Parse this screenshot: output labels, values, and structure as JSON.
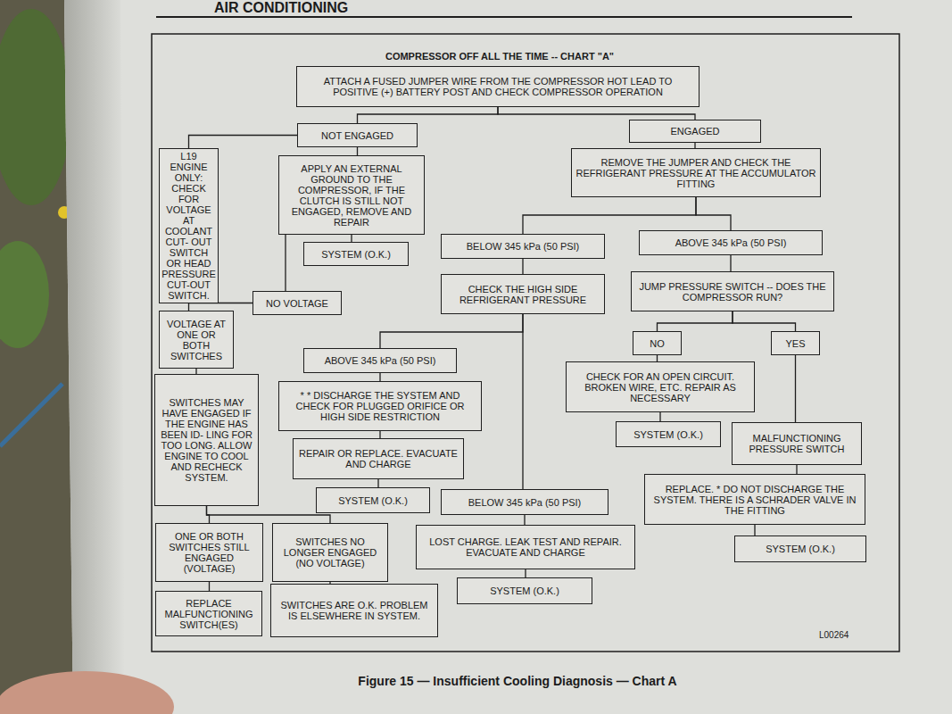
{
  "diagram": {
    "title": "COMPRESSOR OFF ALL THE TIME -- CHART \"A\"",
    "caption": "Figure 15 — Insufficient Cooling Diagnosis — Chart A",
    "nodes": [
      {
        "text": [
          "ATTACH A FUSED JUMPER WIRE FROM THE COMPRESSOR HOT LEAD TO POSITIVE (+) BATTERY POST AND CHECK COMPRESSOR OPERATION"
        ]
      },
      {
        "text": [
          "NOT ENGAGED"
        ]
      },
      {
        "text": [
          "ENGAGED"
        ]
      },
      {
        "text": [
          "L19 ENGINE ONLY: CHECK FOR VOLTAGE AT COOLANT CUT- OUT SWITCH OR HEAD PRESSURE CUT-OUT SWITCH."
        ]
      },
      {
        "text": [
          "APPLY AN EXTERNAL GROUND TO THE COMPRESSOR, IF THE CLUTCH IS STILL NOT ENGAGED, REMOVE AND REPAIR"
        ]
      },
      {
        "text": [
          "REMOVE THE JUMPER AND CHECK THE REFRIGERANT PRESSURE AT THE ACCUMULATOR FITTING"
        ]
      },
      {
        "text": [
          "SYSTEM (O.K.)"
        ]
      },
      {
        "text": [
          "BELOW 345 kPa (50 PSI)"
        ]
      },
      {
        "text": [
          "ABOVE 345 kPa (50 PSI)"
        ]
      },
      {
        "text": [
          "NO VOLTAGE"
        ]
      },
      {
        "text": [
          "CHECK THE HIGH SIDE REFRIGERANT PRESSURE"
        ]
      },
      {
        "text": [
          "JUMP PRESSURE SWITCH -- DOES THE COMPRESSOR RUN?"
        ]
      },
      {
        "text": [
          "VOLTAGE AT ONE OR BOTH SWITCHES"
        ]
      },
      {
        "text": [
          "NO"
        ]
      },
      {
        "text": [
          "YES"
        ]
      },
      {
        "text": [
          "ABOVE 345 kPa (50 PSI)"
        ]
      },
      {
        "text": [
          "CHECK FOR AN OPEN CIRCUIT. BROKEN WIRE, ETC. REPAIR AS NECESSARY"
        ]
      },
      {
        "text": [
          "SWITCHES MAY HAVE ENGAGED IF THE ENGINE HAS BEEN ID- LING FOR TOO LONG. ALLOW ENGINE TO COOL AND RECHECK SYSTEM."
        ]
      },
      {
        "text": [
          "* * DISCHARGE THE SYSTEM AND CHECK FOR PLUGGED ORIFICE OR HIGH SIDE RESTRICTION"
        ]
      },
      {
        "text": [
          "SYSTEM (O.K.)"
        ]
      },
      {
        "text": [
          "MALFUNCTIONING PRESSURE SWITCH"
        ]
      },
      {
        "text": [
          "REPAIR OR REPLACE. EVACUATE AND CHARGE"
        ]
      },
      {
        "text": [
          "REPLACE. * DO NOT DISCHARGE THE SYSTEM. THERE IS A SCHRADER VALVE IN THE FITTING"
        ]
      },
      {
        "text": [
          "SYSTEM (O.K.)"
        ]
      },
      {
        "text": [
          "BELOW 345 kPa (50 PSI)"
        ]
      },
      {
        "text": [
          "ONE OR BOTH SWITCHES STILL ENGAGED (VOLTAGE)"
        ]
      },
      {
        "text": [
          "SWITCHES NO LONGER ENGAGED (NO VOLTAGE)"
        ]
      },
      {
        "text": [
          "SYSTEM (O.K.)"
        ]
      },
      {
        "text": [
          "LOST CHARGE. LEAK TEST AND REPAIR. EVACUATE AND CHARGE"
        ]
      },
      {
        "text": [
          "REPLACE MALFUNCTIONING SWITCH(ES)"
        ]
      },
      {
        "text": [
          "SWITCHES ARE O.K. PROBLEM IS ELSEWHERE IN SYSTEM."
        ]
      },
      {
        "text": [
          "SYSTEM (O.K.)"
        ]
      }
    ],
    "edges": [
      {
        "from": 0,
        "to": 1,
        "arrow": "none"
      },
      {
        "from": 0,
        "to": 2,
        "arrow": "none"
      },
      {
        "from": 1,
        "to": 3,
        "arrow": "none"
      },
      {
        "from": 1,
        "to": 4,
        "arrow": "none"
      },
      {
        "from": 3,
        "to": 9,
        "arrow": "none"
      },
      {
        "from": 9,
        "to": 4,
        "arrow": "none"
      },
      {
        "from": 4,
        "to": 6,
        "arrow": "none"
      },
      {
        "from": 3,
        "to": 12,
        "arrow": "none"
      },
      {
        "from": 12,
        "to": 17,
        "arrow": "none"
      },
      {
        "from": 17,
        "to": 25,
        "arrow": "none"
      },
      {
        "from": 17,
        "to": 26,
        "arrow": "none"
      },
      {
        "from": 25,
        "to": 29,
        "arrow": "none"
      },
      {
        "from": 26,
        "to": 30,
        "arrow": "none"
      },
      {
        "from": 2,
        "to": 5,
        "arrow": "none"
      },
      {
        "from": 5,
        "to": 7,
        "arrow": "none"
      },
      {
        "from": 5,
        "to": 8,
        "arrow": "none"
      },
      {
        "from": 7,
        "to": 10,
        "arrow": "none"
      },
      {
        "from": 10,
        "to": 15,
        "arrow": "none"
      },
      {
        "from": 10,
        "to": 24,
        "arrow": "none"
      },
      {
        "from": 15,
        "to": 18,
        "arrow": "none"
      },
      {
        "from": 18,
        "to": 21,
        "arrow": "none"
      },
      {
        "from": 21,
        "to": 23,
        "arrow": "none"
      },
      {
        "from": 24,
        "to": 28,
        "arrow": "none"
      },
      {
        "from": 28,
        "to": 31,
        "arrow": "none"
      },
      {
        "from": 8,
        "to": 11,
        "arrow": "none"
      },
      {
        "from": 11,
        "to": 13,
        "arrow": "none"
      },
      {
        "from": 11,
        "to": 14,
        "arrow": "none"
      },
      {
        "from": 13,
        "to": 16,
        "arrow": "none"
      },
      {
        "from": 16,
        "to": 19,
        "arrow": "none"
      },
      {
        "from": 14,
        "to": 20,
        "arrow": "none"
      },
      {
        "from": 20,
        "to": 22,
        "arrow": "none"
      },
      {
        "from": 22,
        "to": 27,
        "arrow": "none"
      }
    ],
    "labels": [
      "AIR CONDITIONING",
      "L00264"
    ]
  }
}
